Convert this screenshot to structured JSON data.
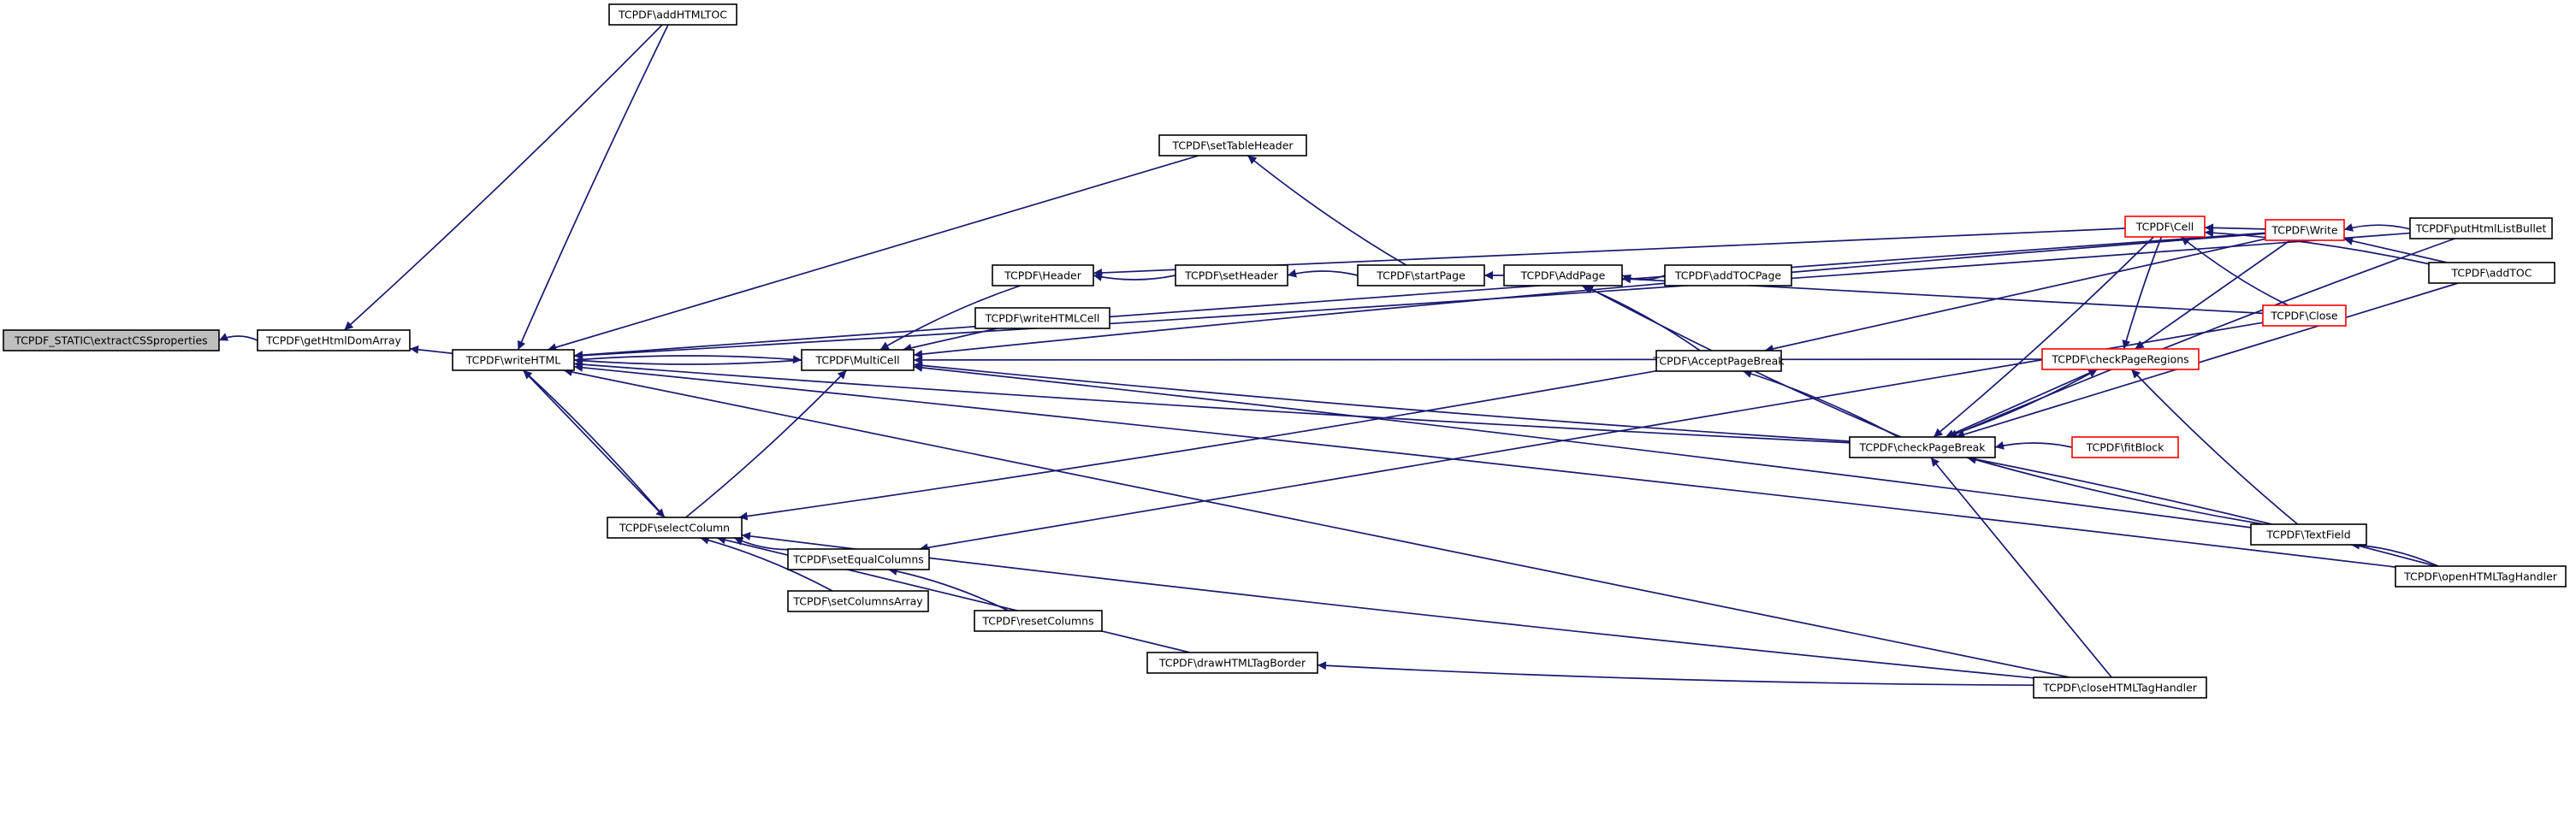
{
  "diagram": {
    "type": "call-graph",
    "colors": {
      "edge": "#191970",
      "node_border": "#000000",
      "node_border_alt": "#ff0000",
      "root_fill": "#bfbfbf"
    },
    "nodes": {
      "n1": {
        "label": "TCPDF_STATIC\\extractCSSproperties",
        "root": true
      },
      "n2": {
        "label": "TCPDF\\getHtmlDomArray"
      },
      "n3": {
        "label": "TCPDF\\addHTMLTOC"
      },
      "n4": {
        "label": "TCPDF\\writeHTML"
      },
      "n5": {
        "label": "TCPDF\\setTableHeader"
      },
      "n6": {
        "label": "TCPDF\\Header"
      },
      "n7": {
        "label": "TCPDF\\setHeader"
      },
      "n8": {
        "label": "TCPDF\\startPage"
      },
      "n9": {
        "label": "TCPDF\\AddPage"
      },
      "n10": {
        "label": "TCPDF\\addTOCPage"
      },
      "n11": {
        "label": "TCPDF\\writeHTMLCell"
      },
      "n12": {
        "label": "TCPDF\\MultiCell"
      },
      "n13": {
        "label": "TCPDF\\AcceptPageBreak"
      },
      "n14": {
        "label": "TCPDF\\checkPageBreak"
      },
      "n15": {
        "label": "TCPDF\\fitBlock",
        "alt": true
      },
      "n16": {
        "label": "TCPDF\\checkPageRegions",
        "alt": true
      },
      "n17": {
        "label": "TCPDF\\Cell",
        "alt": true
      },
      "n18": {
        "label": "TCPDF\\Write",
        "alt": true
      },
      "n19": {
        "label": "TCPDF\\Close",
        "alt": true
      },
      "n20": {
        "label": "TCPDF\\putHtmlListBullet"
      },
      "n21": {
        "label": "TCPDF\\addTOC"
      },
      "n22": {
        "label": "TCPDF\\selectColumn"
      },
      "n23": {
        "label": "TCPDF\\setEqualColumns"
      },
      "n24": {
        "label": "TCPDF\\setColumnsArray"
      },
      "n25": {
        "label": "TCPDF\\resetColumns"
      },
      "n26": {
        "label": "TCPDF\\TextField"
      },
      "n27": {
        "label": "TCPDF\\openHTMLTagHandler"
      },
      "n28": {
        "label": "TCPDF\\drawHTMLTagBorder"
      },
      "n29": {
        "label": "TCPDF\\closeHTMLTagHandler"
      }
    },
    "edges": [
      [
        "n2",
        "n1"
      ],
      [
        "n4",
        "n2"
      ],
      [
        "n3",
        "n2"
      ],
      [
        "n3",
        "n4"
      ],
      [
        "n5",
        "n4"
      ],
      [
        "n12",
        "n4"
      ],
      [
        "n4",
        "n12"
      ],
      [
        "n18",
        "n4"
      ],
      [
        "n20",
        "n4"
      ],
      [
        "n22",
        "n4"
      ],
      [
        "n4",
        "n22"
      ],
      [
        "n14",
        "n4"
      ],
      [
        "n27",
        "n4"
      ],
      [
        "n29",
        "n4"
      ],
      [
        "n8",
        "n5"
      ],
      [
        "n6",
        "n12"
      ],
      [
        "n11",
        "n12"
      ],
      [
        "n22",
        "n12"
      ],
      [
        "n18",
        "n12"
      ],
      [
        "n16",
        "n12"
      ],
      [
        "n14",
        "n12"
      ],
      [
        "n26",
        "n12"
      ],
      [
        "n17",
        "n6"
      ],
      [
        "n7",
        "n6"
      ],
      [
        "n8",
        "n7"
      ],
      [
        "n9",
        "n8"
      ],
      [
        "n10",
        "n9"
      ],
      [
        "n13",
        "n9"
      ],
      [
        "n19",
        "n9"
      ],
      [
        "n14",
        "n9"
      ],
      [
        "n14",
        "n13"
      ],
      [
        "n18",
        "n13"
      ],
      [
        "n13",
        "n22"
      ],
      [
        "n15",
        "n14"
      ],
      [
        "n16",
        "n14"
      ],
      [
        "n17",
        "n14"
      ],
      [
        "n20",
        "n14"
      ],
      [
        "n21",
        "n14"
      ],
      [
        "n26",
        "n14"
      ],
      [
        "n27",
        "n14"
      ],
      [
        "n29",
        "n14"
      ],
      [
        "n14",
        "n16"
      ],
      [
        "n17",
        "n16"
      ],
      [
        "n18",
        "n16"
      ],
      [
        "n26",
        "n16"
      ],
      [
        "n21",
        "n17"
      ],
      [
        "n18",
        "n17"
      ],
      [
        "n19",
        "n17"
      ],
      [
        "n20",
        "n18"
      ],
      [
        "n21",
        "n18"
      ],
      [
        "n23",
        "n22"
      ],
      [
        "n24",
        "n22"
      ],
      [
        "n28",
        "n22"
      ],
      [
        "n29",
        "n22"
      ],
      [
        "n25",
        "n23"
      ],
      [
        "n19",
        "n23"
      ],
      [
        "n29",
        "n28"
      ],
      [
        "n27",
        "n26"
      ]
    ]
  }
}
